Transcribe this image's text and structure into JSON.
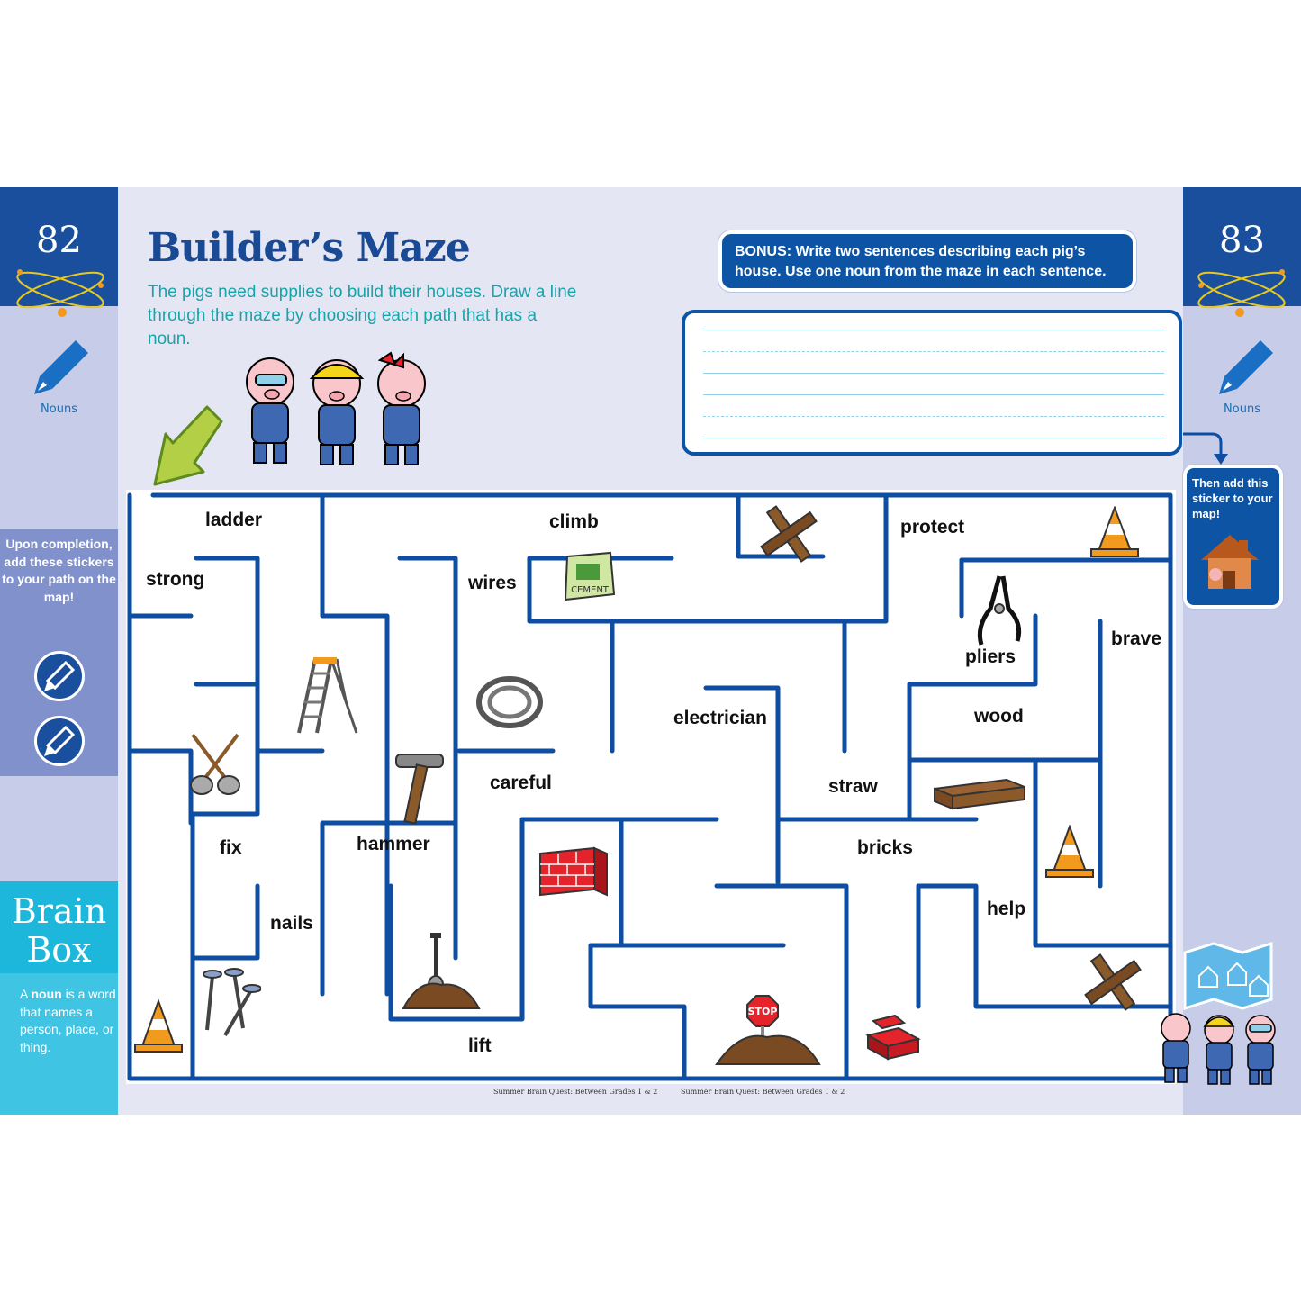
{
  "left_page": {
    "number": "82",
    "topic": "Nouns"
  },
  "right_page": {
    "number": "83",
    "topic": "Nouns"
  },
  "title": "Builder’s Maze",
  "instructions": "The pigs need supplies to build their houses. Draw a line through the maze by choosing each path that has a noun.",
  "bonus": {
    "line1": "BONUS: Write two sentences describing each pig’s",
    "line2": "house. Use one noun from the maze in each sentence."
  },
  "sticker_note": "Then add this sticker to your map!",
  "upon_completion": "Upon completion, add these stickers to your path on the map!",
  "brain_box": {
    "title_line1": "Brain",
    "title_line2": "Box",
    "prefix": "A",
    "term": "noun",
    "suffix": "is a word that names a person, place, or thing."
  },
  "maze_words": {
    "ladder": "ladder",
    "climb": "climb",
    "protect": "protect",
    "strong": "strong",
    "wires": "wires",
    "pliers": "pliers",
    "brave": "brave",
    "electrician": "electrician",
    "wood": "wood",
    "careful": "careful",
    "straw": "straw",
    "fix": "fix",
    "hammer": "hammer",
    "bricks": "bricks",
    "nails": "nails",
    "help": "help",
    "lift": "lift"
  },
  "cement_label": "CEMENT",
  "stop_label": "STOP",
  "footer_left": "Summer Brain Quest: Between Grades 1 & 2",
  "footer_right": "Summer Brain Quest: Between Grades 1 & 2",
  "colors": {
    "navy": "#1a4f9e",
    "maze_line": "#0d4ea3",
    "side_band": "#c7cde9",
    "teal": "#1aa3a8",
    "brainbox": "#1eb7dc",
    "arrow_green": "#a8c83c"
  }
}
